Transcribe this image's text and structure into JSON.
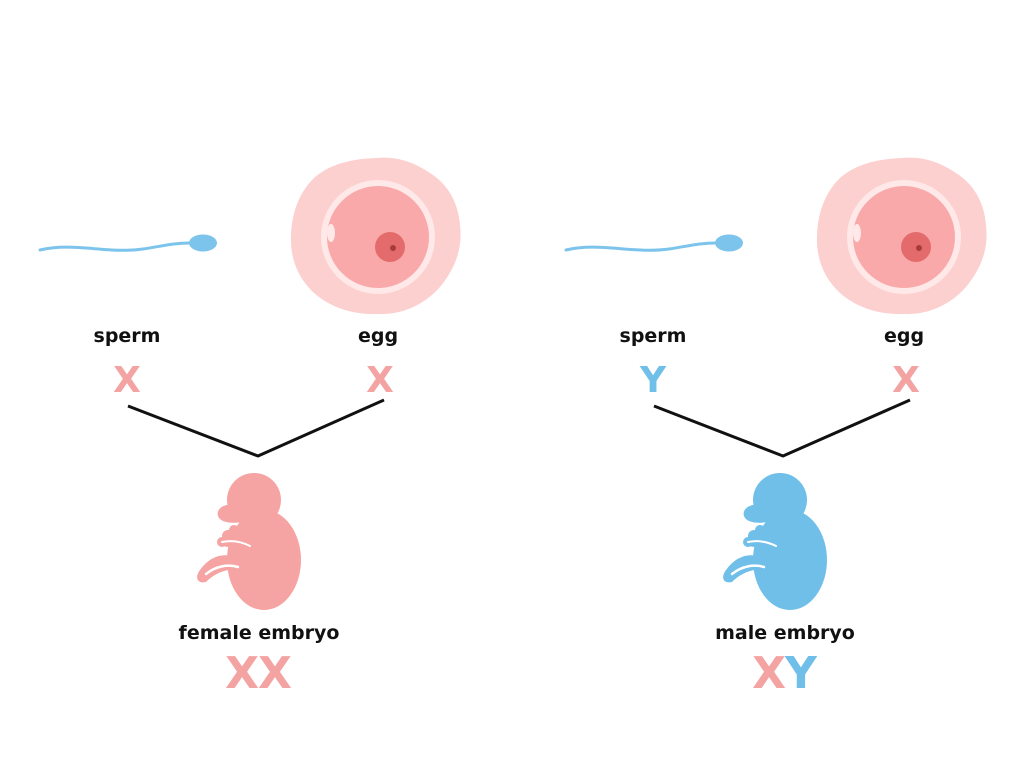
{
  "labels": {
    "sperm": "sperm",
    "egg": "egg"
  },
  "colors": {
    "pink_chromosome": "#f4a3a3",
    "blue_chromosome": "#6fbfe9",
    "female_embryo": "#f5a3a3",
    "male_embryo": "#6fbfe9",
    "sperm": "#7cc4eb",
    "egg_outer": "#fdd0d0",
    "egg_cytoplasm": "#f9a9a9",
    "egg_nucleus": "#e46b6b",
    "line": "#111111"
  },
  "icons": [
    "sperm-icon",
    "egg-icon",
    "embryo-icon"
  ],
  "female_case": {
    "sperm_chromosome": "X",
    "egg_chromosome": "X",
    "embryo_label": "female embryo",
    "embryo_chromosomes": [
      "X",
      "X"
    ]
  },
  "male_case": {
    "sperm_chromosome": "Y",
    "egg_chromosome": "X",
    "embryo_label": "male embryo",
    "embryo_chromosomes": [
      "X",
      "Y"
    ]
  }
}
